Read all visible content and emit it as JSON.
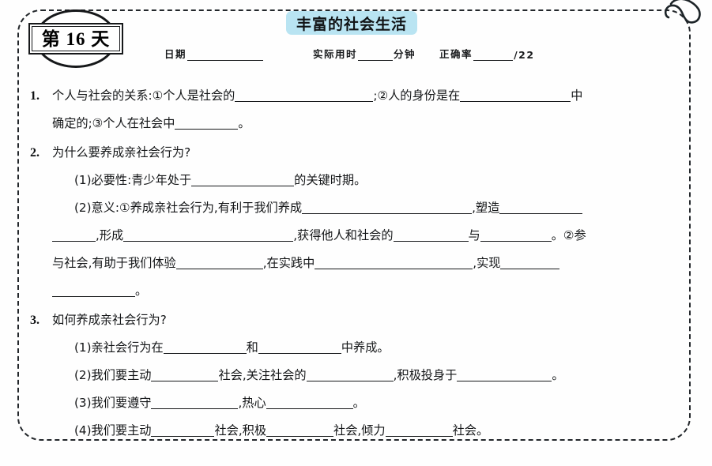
{
  "worksheet": {
    "day_badge": "第 16 天",
    "title": "丰富的社会生活",
    "header": {
      "date_label": "日期",
      "time_label": "实际用时",
      "time_unit": "分钟",
      "accuracy_label": "正确率",
      "accuracy_total": "/22"
    },
    "questions": [
      {
        "number": "1.",
        "stem": "个人与社会的关系:①个人是社会的",
        "parts": {
          "p1": ";②人的身份是在",
          "p2": "中",
          "p3": "确定的;③个人在社会中",
          "p4": "。"
        }
      },
      {
        "number": "2.",
        "stem": "为什么要养成亲社会行为?",
        "items": {
          "i1_a": "(1)必要性:青少年处于",
          "i1_b": "的关键时期。",
          "i2_a": "(2)意义:①养成亲社会行为,有利于我们养成",
          "i2_b": ",塑造",
          "i2_c": ",形成",
          "i2_d": ",获得他人和社会的",
          "i2_e": "与",
          "i2_f": "。②参",
          "i2_g": "与社会,有助于我们体验",
          "i2_h": ",在实践中",
          "i2_i": ",实现",
          "i2_j": "。"
        }
      },
      {
        "number": "3.",
        "stem": "如何养成亲社会行为?",
        "items": {
          "i1_a": "(1)亲社会行为在",
          "i1_b": "和",
          "i1_c": "中养成。",
          "i2_a": "(2)我们要主动",
          "i2_b": "社会,关注社会的",
          "i2_c": ",积极投身于",
          "i2_d": "。",
          "i3_a": "(3)我们要遵守",
          "i3_b": ",热心",
          "i3_c": "。",
          "i4_a": "(4)我们要主动",
          "i4_b": "社会,积极",
          "i4_c": "社会,倾力",
          "i4_d": "社会。"
        }
      }
    ]
  },
  "style": {
    "banner_color": "#b9e4f2",
    "ink_color": "#141618",
    "page_background": "#ffffff"
  }
}
